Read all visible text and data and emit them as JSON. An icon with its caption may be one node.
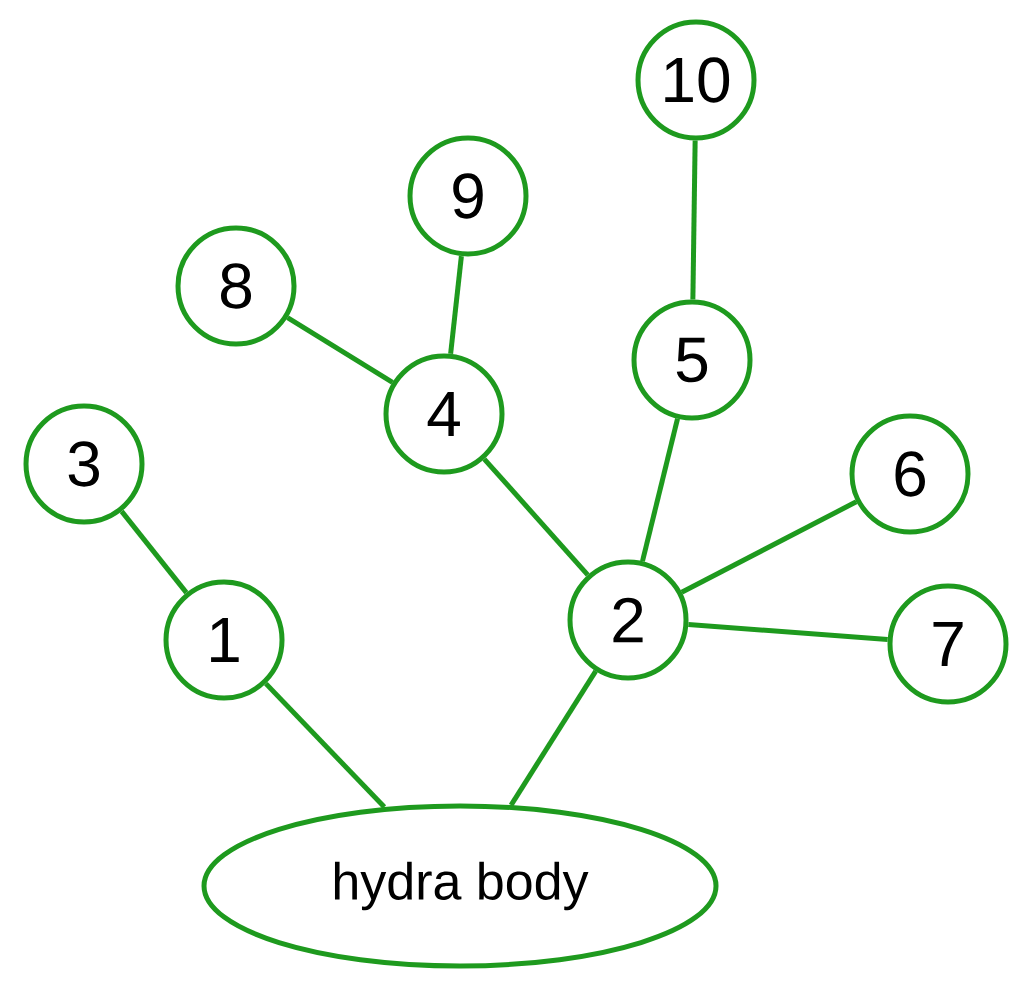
{
  "diagram": {
    "nodes": [
      {
        "text": [
          "hydra body"
        ]
      },
      {
        "text": [
          "1"
        ]
      },
      {
        "text": [
          "2"
        ]
      },
      {
        "text": [
          "3"
        ]
      },
      {
        "text": [
          "4"
        ]
      },
      {
        "text": [
          "5"
        ]
      },
      {
        "text": [
          "6"
        ]
      },
      {
        "text": [
          "7"
        ]
      },
      {
        "text": [
          "8"
        ]
      },
      {
        "text": [
          "9"
        ]
      },
      {
        "text": [
          "10"
        ]
      }
    ],
    "edges": [
      {
        "from": 0,
        "to": 1,
        "arrow": "none"
      },
      {
        "from": 0,
        "to": 2,
        "arrow": "none"
      },
      {
        "from": 1,
        "to": 3,
        "arrow": "none"
      },
      {
        "from": 2,
        "to": 4,
        "arrow": "none"
      },
      {
        "from": 2,
        "to": 5,
        "arrow": "none"
      },
      {
        "from": 2,
        "to": 6,
        "arrow": "none"
      },
      {
        "from": 2,
        "to": 7,
        "arrow": "none"
      },
      {
        "from": 4,
        "to": 8,
        "arrow": "none"
      },
      {
        "from": 4,
        "to": 9,
        "arrow": "none"
      },
      {
        "from": 5,
        "to": 10,
        "arrow": "none"
      }
    ]
  }
}
